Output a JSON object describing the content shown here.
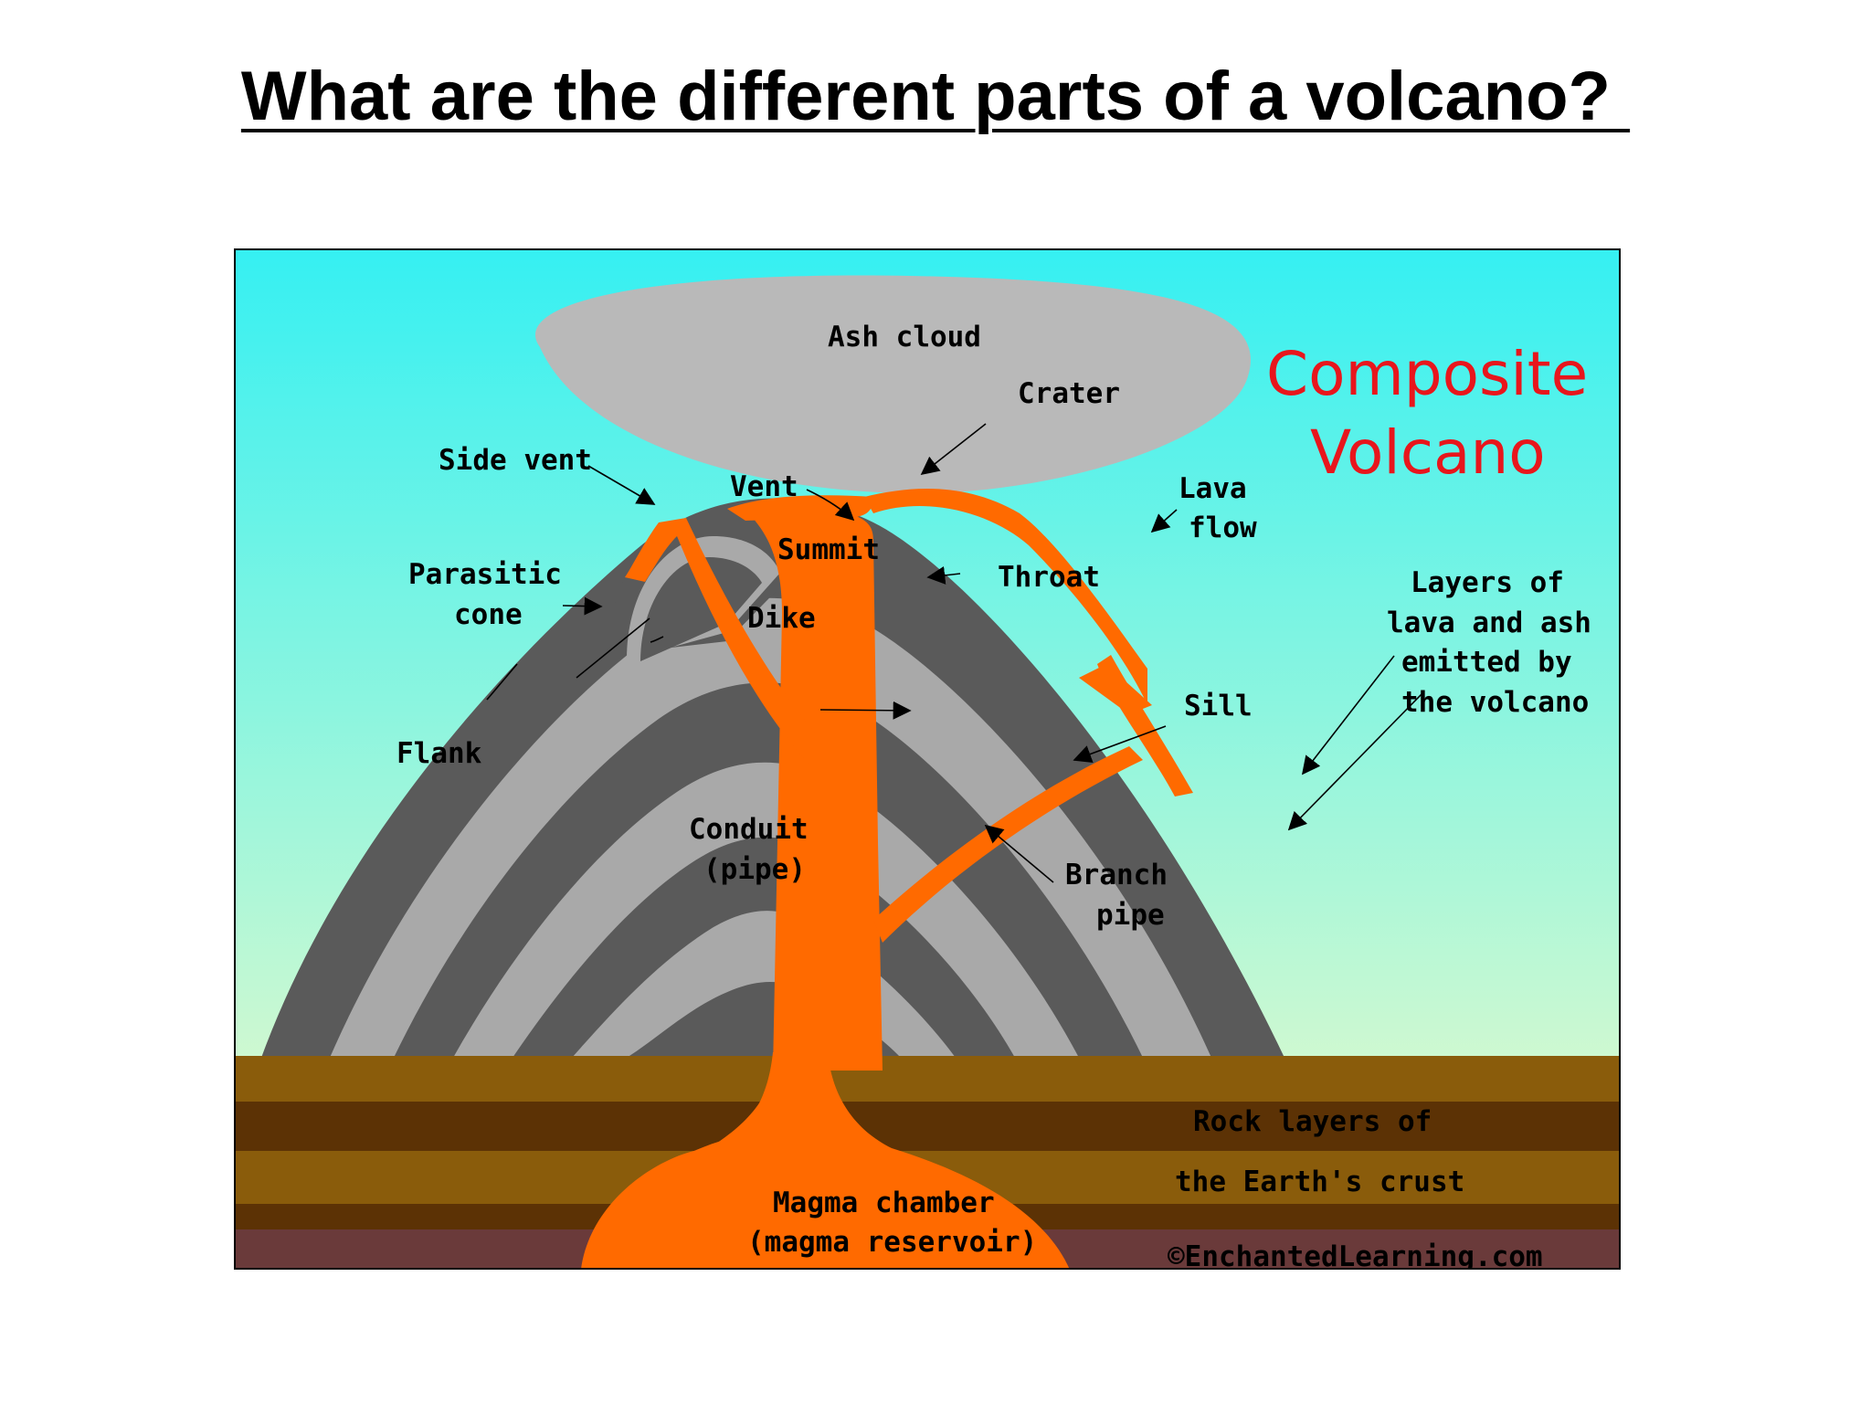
{
  "title": "What are the different parts of a volcano? ",
  "diagram": {
    "heading_line1": "Composite",
    "heading_line2": "Volcano",
    "labels": {
      "ash_cloud": "Ash cloud",
      "crater": "Crater",
      "side_vent": "Side vent",
      "vent": "Vent",
      "lava": "Lava",
      "flow": "flow",
      "summit": "Summit",
      "throat": "Throat",
      "parasitic": "Parasitic",
      "cone": "cone",
      "dike": "Dike",
      "layers_1": "Layers of",
      "layers_2": "lava and ash",
      "layers_3": "emitted by",
      "layers_4": "the volcano",
      "sill": "Sill",
      "flank": "Flank",
      "conduit": "Conduit",
      "pipe_paren": "(pipe)",
      "branch": "Branch",
      "pipe": "pipe",
      "rock_1": "Rock layers of",
      "rock_2": "the Earth's crust",
      "magma_1": "Magma chamber",
      "magma_2": "(magma reservoir)",
      "credit": "©EnchantedLearning.com"
    },
    "colors": {
      "sky_top": "#35f0f2",
      "sky_bottom": "#f6fbc8",
      "ash": "#b9b9b9",
      "rock_dark": "#5a5a5a",
      "rock_light": "#a9a9a9",
      "magma": "#ff6a00",
      "heading": "#e8161c",
      "earth_light": "#8a5c0b",
      "earth_dark": "#5c3205",
      "earth_deep": "#6a3a3a"
    }
  }
}
